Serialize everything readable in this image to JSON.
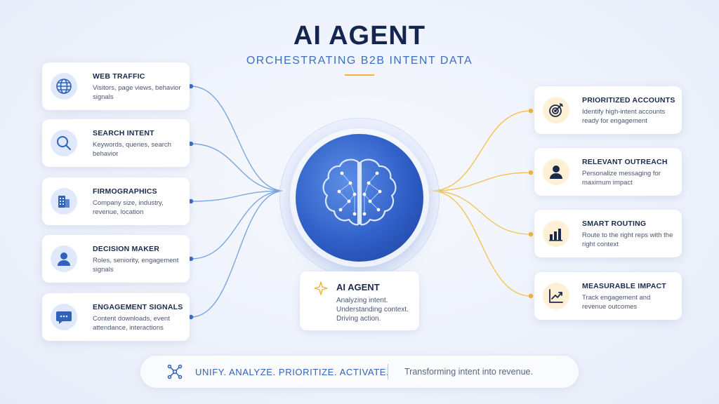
{
  "header": {
    "title": "AI AGENT",
    "subtitle": "ORCHESTRATING B2B INTENT DATA"
  },
  "inputs": [
    {
      "title": "WEB TRAFFIC",
      "desc": "Visitors, page views, behavior signals",
      "icon": "globe-icon"
    },
    {
      "title": "SEARCH INTENT",
      "desc": "Keywords, queries, search behavior",
      "icon": "search-icon"
    },
    {
      "title": "FIRMOGRAPHICS",
      "desc": "Company size, industry, revenue, location",
      "icon": "building-icon"
    },
    {
      "title": "DECISION MAKER",
      "desc": "Roles, seniority, engagement signals",
      "icon": "person-icon"
    },
    {
      "title": "ENGAGEMENT SIGNALS",
      "desc": "Content downloads, event attendance, interactions",
      "icon": "chat-icon"
    }
  ],
  "outputs": [
    {
      "title": "PRIORITIZED ACCOUNTS",
      "desc": "Identify high-intent accounts ready for engagement",
      "icon": "target-icon"
    },
    {
      "title": "RELEVANT OUTREACH",
      "desc": "Personalize messaging for maximum impact",
      "icon": "person-icon"
    },
    {
      "title": "SMART ROUTING",
      "desc": "Route to the right reps with the right context",
      "icon": "bar-chart-icon"
    },
    {
      "title": "MEASURABLE IMPACT",
      "desc": "Track engagement and revenue outcomes",
      "icon": "trend-chart-icon"
    }
  ],
  "center": {
    "icon": "sparkle-icon",
    "title": "AI AGENT",
    "lines": [
      "Analyzing intent.",
      "Understanding context.",
      "Driving action."
    ]
  },
  "footer": {
    "icon": "network-icon",
    "main": "UNIFY. ANALYZE. PRIORITIZE. ACTIVATE.",
    "sub": "Transforming intent into revenue."
  },
  "colors": {
    "input_accent": "#3d6fc0",
    "output_accent": "#f2b23a",
    "brain_blue": "#2f5fc7",
    "title_navy": "#14264f"
  }
}
